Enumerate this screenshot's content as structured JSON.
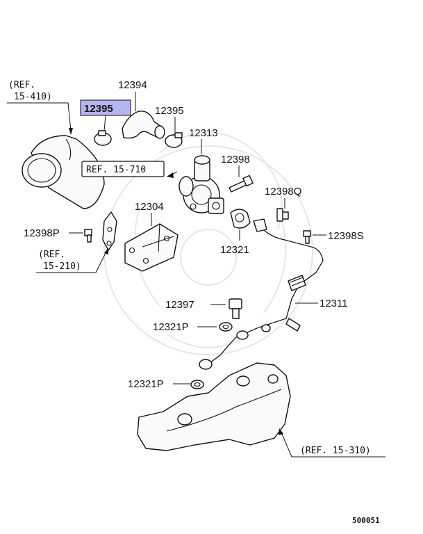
{
  "labels": {
    "p12394": "12394",
    "p12395_hl": "12395",
    "p12395": "12395",
    "p12313": "12313",
    "p12398": "12398",
    "p12398q": "12398Q",
    "p12304": "12304",
    "p12398p": "12398P",
    "p12321": "12321",
    "p12398s": "12398S",
    "p12397": "12397",
    "p12311": "12311",
    "p12321p_a": "12321P",
    "p12321p_b": "12321P"
  },
  "references": {
    "ref_15_410_line1": "(REF.",
    "ref_15_410_line2": "15-410)",
    "ref_15_710": "REF. 15-710",
    "ref_15_210_line1": "(REF.",
    "ref_15_210_line2": "15-210)",
    "ref_15_310": "(REF. 15-310)"
  },
  "diagram_code": "500051",
  "colors": {
    "highlight": "#b4b4ee",
    "line": "#111111",
    "watermark": "#e6e6e6"
  }
}
